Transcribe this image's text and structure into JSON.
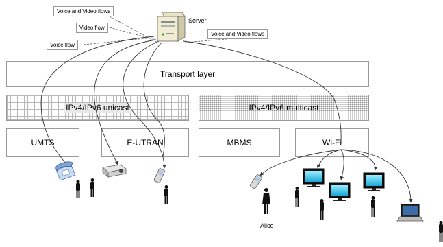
{
  "server_label": "Server",
  "transport_layer": "Transport layer",
  "unicast_label": "IPv4/IPv6 unicast",
  "multicast_label": "IPv4/IPv6 multicast",
  "access_networks": [
    "UMTS",
    "E-UTRAN",
    "MBMS",
    "Wi-Fi"
  ],
  "flow_labels": {
    "voice_video_left": "Voice and Video flows",
    "video": "Video flow",
    "voice": "Voice flow",
    "voice_video_right": "Voice and Video flows"
  },
  "user_label": "Alice",
  "icons": [
    "server-icon",
    "phone-icon",
    "projector-icon",
    "mobile-phone-icon",
    "person-icon",
    "monitor-icon",
    "laptop-icon"
  ]
}
